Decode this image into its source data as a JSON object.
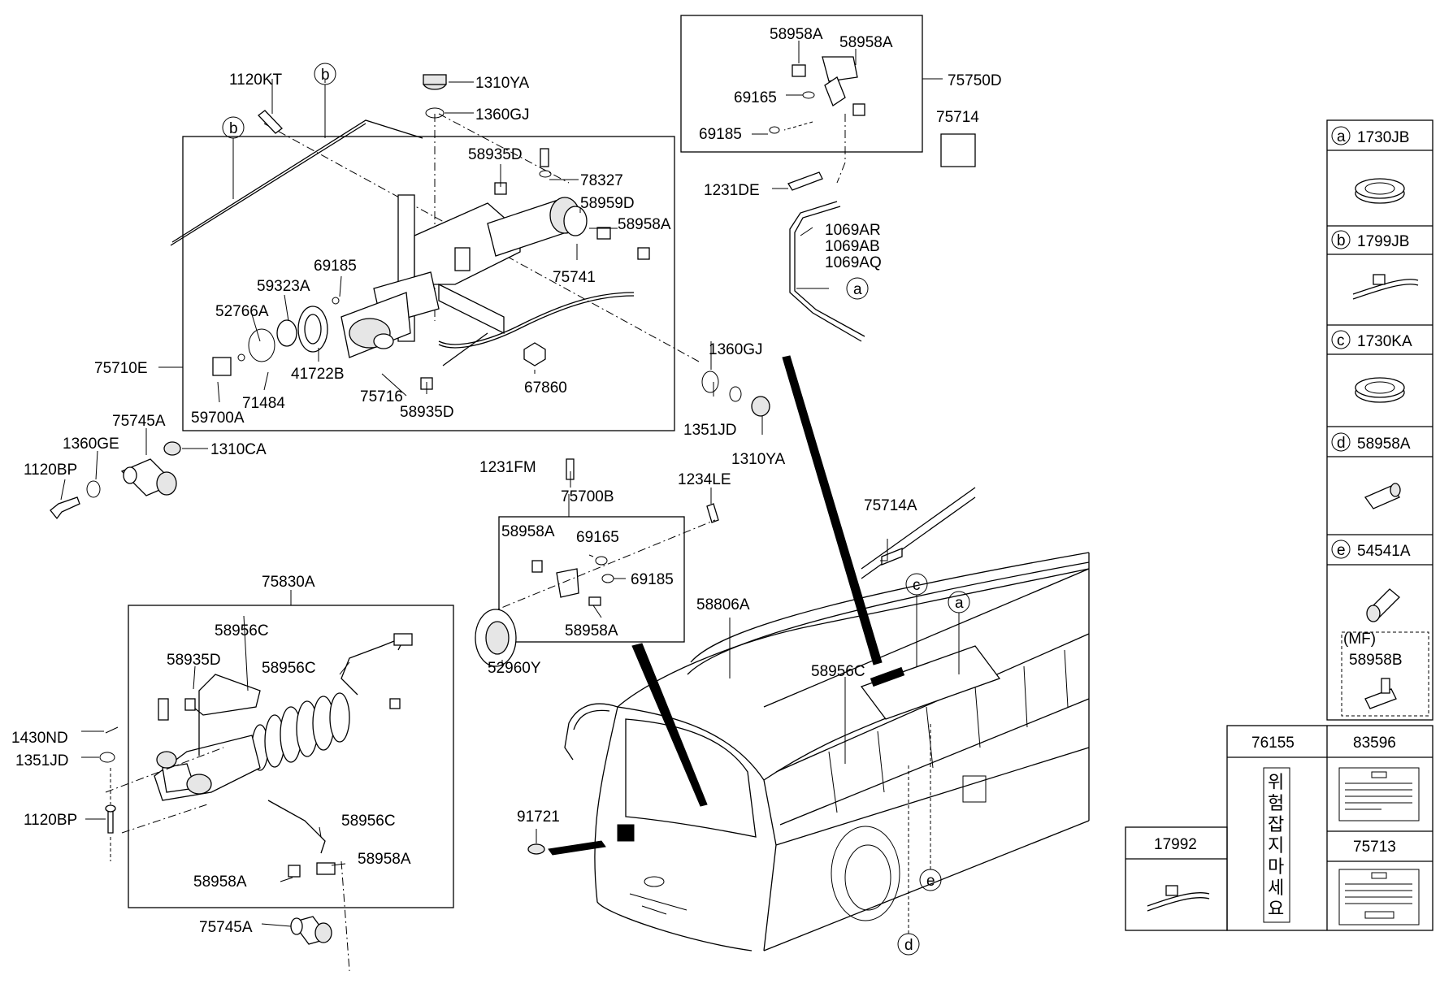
{
  "labels": {
    "p1120KT": "1120KT",
    "pB1": "b",
    "pB2": "b",
    "p1310YA_top": "1310YA",
    "p1360GJ_top": "1360GJ",
    "p58935D_top": "58935D",
    "p78327": "78327",
    "p58959D": "58959D",
    "p58958A_mid": "58958A",
    "p75741": "75741",
    "p69185_mid": "69185",
    "p59323A": "59323A",
    "p52766A": "52766A",
    "p75710E": "75710E",
    "p41722B": "41722B",
    "p71484": "71484",
    "p59700A": "59700A",
    "p75716": "75716",
    "p58935D_bot": "58935D",
    "p67860": "67860",
    "p1360GJ_r": "1360GJ",
    "p1351JD_r": "1351JD",
    "p1310YA_r": "1310YA",
    "p75745A_top": "75745A",
    "p1360GE": "1360GE",
    "p1310CA": "1310CA",
    "p1120BP_top": "1120BP",
    "p58958A_b1": "58958A",
    "p58958A_b2": "58958A",
    "p69165_top": "69165",
    "p69185_top": "69185",
    "p75750D": "75750D",
    "p75714": "75714",
    "p1231DE": "1231DE",
    "p1069AR": "1069AR",
    "p1069AB": "1069AB",
    "p1069AQ": "1069AQ",
    "pA_hose": "a",
    "p1231FM": "1231FM",
    "p75700B": "75700B",
    "p1234LE": "1234LE",
    "p58958A_c1": "58958A",
    "p69165_c": "69165",
    "p69185_c": "69185",
    "p58958A_c2": "58958A",
    "p52960Y": "52960Y",
    "p75830A": "75830A",
    "p58956C_1": "58956C",
    "p58935D_l": "58935D",
    "p58956C_2": "58956C",
    "p1430ND": "1430ND",
    "p1351JD_l": "1351JD",
    "p1120BP_l": "1120BP",
    "p58956C_3": "58956C",
    "p58958A_l1": "58958A",
    "p58958A_l2": "58958A",
    "p75745A_bot": "75745A",
    "p75714A": "75714A",
    "p58806A": "58806A",
    "p58956C_bus": "58956C",
    "p91721": "91721",
    "pC_bus": "c",
    "pA_bus": "a",
    "pD_bus": "d",
    "pE_bus": "e"
  },
  "legend": {
    "rows": [
      {
        "letter": "a",
        "code": "1730JB"
      },
      {
        "letter": "b",
        "code": "1799JB"
      },
      {
        "letter": "c",
        "code": "1730KA"
      },
      {
        "letter": "d",
        "code": "58958A"
      },
      {
        "letter": "e",
        "code": "54541A"
      }
    ],
    "mf_label": "(MF)",
    "mf_code": "58958B"
  },
  "bottom_table": {
    "h76155": "76155",
    "h83596": "83596",
    "h17992": "17992",
    "h75713": "75713",
    "vertical_text": [
      "위",
      "험",
      "잡",
      "지",
      "마",
      "세",
      "요"
    ]
  }
}
